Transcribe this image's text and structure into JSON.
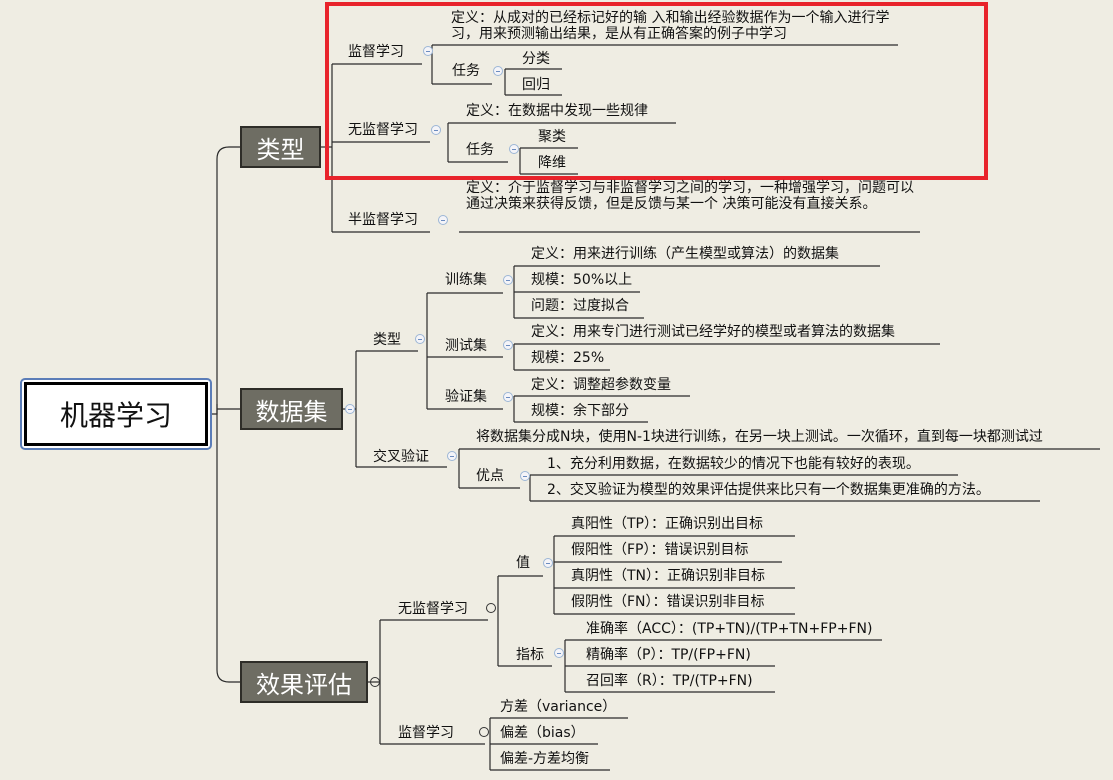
{
  "root": "机器学习",
  "types": {
    "label": "类型",
    "supervised": {
      "label": "监督学习",
      "definition": "定义：从成对的已经标记好的输 入和输出经验数据作为一个输入进行学习，用来预测输出结果，是从有正确答案的例子中学习",
      "task_label": "任务",
      "tasks": [
        "分类",
        "回归"
      ]
    },
    "unsupervised": {
      "label": "无监督学习",
      "definition": "定义：在数据中发现一些规律",
      "task_label": "任务",
      "tasks": [
        "聚类",
        "降维"
      ]
    },
    "semi": {
      "label": "半监督学习",
      "definition": "定义：介于监督学习与非监督学习之间的学习，一种增强学习，问题可以通过决策来获得反馈，但是反馈与某一个 决策可能没有直接关系。"
    }
  },
  "dataset": {
    "label": "数据集",
    "kinds": {
      "label": "类型",
      "train": {
        "label": "训练集",
        "items": [
          "定义：用来进行训练（产生模型或算法）的数据集",
          "规模：50%以上",
          "问题：过度拟合"
        ]
      },
      "test": {
        "label": "测试集",
        "items": [
          "定义：用来专门进行测试已经学好的模型或者算法的数据集",
          "规模：25%"
        ]
      },
      "validation": {
        "label": "验证集",
        "items": [
          "定义：调整超参数变量",
          "规模：余下部分"
        ]
      }
    },
    "cv": {
      "label": "交叉验证",
      "description": "将数据集分成N块，使用N-1块进行训练，在另一块上测试。一次循环，直到每一块都测试过",
      "pros_label": "优点",
      "pros": [
        "1、充分利用数据，在数据较少的情况下也能有较好的表现。",
        "2、交叉验证为模型的效果评估提供来比只有一个数据集更准确的方法。"
      ]
    }
  },
  "evaluation": {
    "label": "效果评估",
    "unsupervised": {
      "label": "无监督学习",
      "values_label": "值",
      "values": [
        "真阳性（TP）：正确识别出目标",
        "假阳性（FP）：错误识别目标",
        "真阴性（TN）：正确识别非目标",
        "假阴性（FN）：错误识别非目标"
      ],
      "metrics_label": "指标",
      "metrics": [
        "准确率（ACC）：(TP+TN)/(TP+TN+FP+FN)",
        "精确率（P）：TP/(FP+FN)",
        "召回率（R）：TP/(TP+FN)"
      ]
    },
    "supervised": {
      "label": "监督学习",
      "items": [
        "方差（variance）",
        "偏差（bias）",
        "偏差-方差均衡"
      ]
    }
  },
  "colors": {
    "background": "#EFEDE3",
    "main_topic": "#6E6D63",
    "highlight": "#E8232B",
    "root_border": "#5B7DB8"
  }
}
